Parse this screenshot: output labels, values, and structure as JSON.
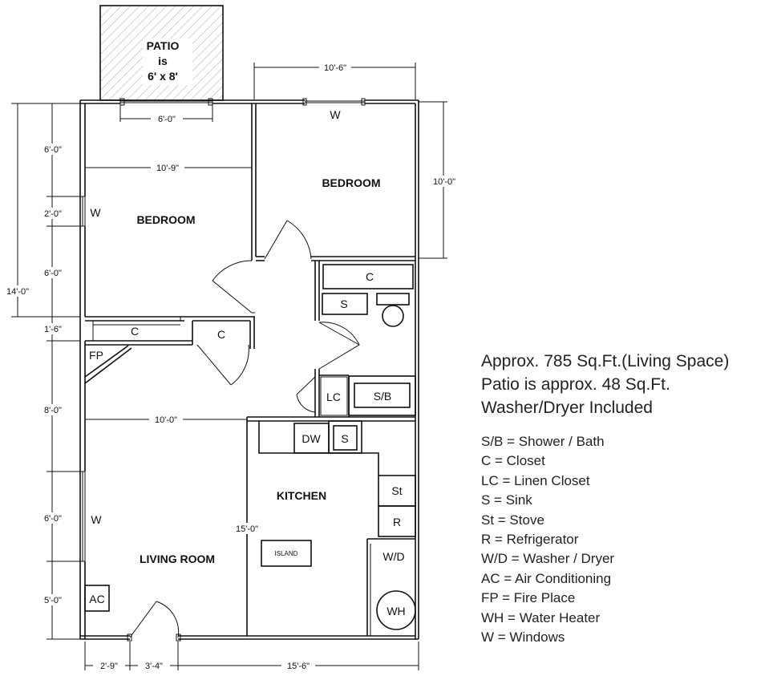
{
  "rooms": {
    "patio_line1": "PATIO",
    "patio_line2": "is",
    "patio_line3": "6' x 8'",
    "bedroom_left": "BEDROOM",
    "bedroom_right": "BEDROOM",
    "kitchen": "KITCHEN",
    "living_room": "LIVING ROOM"
  },
  "fixtures": {
    "closet": "C",
    "sink": "S",
    "linen_closet": "LC",
    "shower_bath": "S/B",
    "dishwasher": "DW",
    "stove": "St",
    "refrigerator": "R",
    "washer_dryer": "W/D",
    "water_heater": "WH",
    "island": "ISLAND",
    "air_conditioning": "AC",
    "fire_place": "FP",
    "window": "W"
  },
  "dimensions": {
    "patio_door": "6'-0\"",
    "bedroom_right_width": "10'-6\"",
    "bedroom_right_depth": "10'-0\"",
    "bedroom_left_width": "10'-9\"",
    "left_6_top": "6'-0\"",
    "left_2": "2'-0\"",
    "left_6_mid": "6'-0\"",
    "left_1_6": "1'-6\"",
    "left_8": "8'-0\"",
    "left_6_low": "6'-0\"",
    "left_5": "5'-0\"",
    "overall_left": "14'-0\"",
    "living_width": "10'-0\"",
    "kitchen_depth": "15'-0\"",
    "bottom_2_9": "2'-9\"",
    "bottom_3_4": "3'-4\"",
    "bottom_15_6": "15'-6\""
  },
  "summary": {
    "area": "Approx. 785 Sq.Ft.(Living Space)",
    "patio": "Patio is approx. 48 Sq.Ft.",
    "washer": "Washer/Dryer Included"
  },
  "legend": [
    "S/B = Shower / Bath",
    "C = Closet",
    "LC = Linen Closet",
    "S = Sink",
    "St = Stove",
    "R = Refrigerator",
    "W/D = Washer / Dryer",
    "AC = Air Conditioning",
    "FP = Fire Place",
    "WH = Water Heater",
    "W = Windows"
  ]
}
